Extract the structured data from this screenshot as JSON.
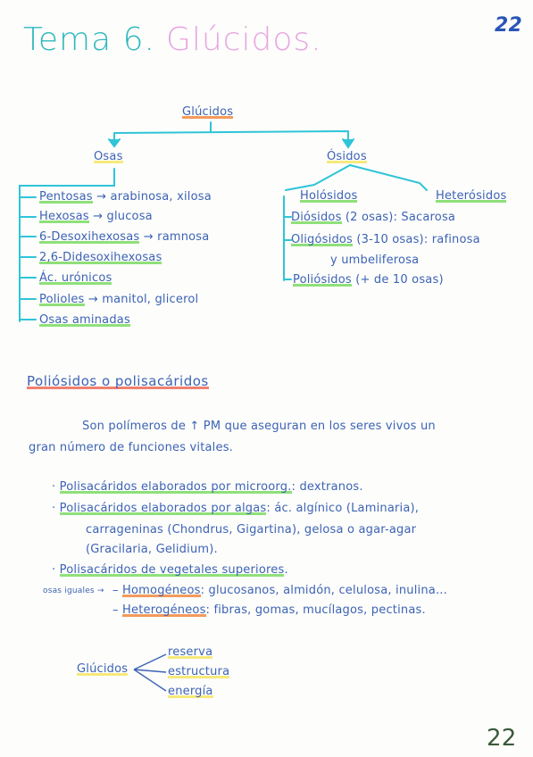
{
  "page": {
    "title_number": "Tema 6.",
    "title_topic": "Glúcidos.",
    "page_number_top": "22",
    "page_number_bottom": "22"
  },
  "tree": {
    "root": "Glúcidos",
    "osas": {
      "label": "Osas",
      "items": [
        {
          "a": "Pentosas",
          "b": "→ arabinosa, xilosa"
        },
        {
          "a": "Hexosas",
          "b": "→ glucosa"
        },
        {
          "a": "6-Desoxihexosas",
          "b": "→ ramnosa"
        },
        {
          "a": "2,6-Didesoxihexosas",
          "b": ""
        },
        {
          "a": "Ác. urónicos",
          "b": ""
        },
        {
          "a": "Polioles",
          "b": "→ manitol, glicerol"
        },
        {
          "a": "Osas aminadas",
          "b": ""
        }
      ]
    },
    "osidos": {
      "label": "Ósidos",
      "holosidos": "Holósidos",
      "heterosidos": "Heterósidos",
      "items": [
        {
          "a": "Diósidos",
          "b": "(2 osas): Sacarosa"
        },
        {
          "a": "Oligósidos",
          "b": "(3-10 osas): rafinosa"
        },
        {
          "a": "",
          "b": "y umbeliferosa"
        },
        {
          "a": "Poliósidos",
          "b": "(+ de 10 osas)"
        }
      ]
    }
  },
  "section": {
    "heading": "Poliósidos o polisacáridos",
    "para_line1": "Son polímeros de ↑ PM que aseguran en los seres vivos un",
    "para_line2": "gran número de funciones vitales.",
    "b1_a": "Polisacáridos elaborados por microorg.",
    "b1_b": ": dextranos.",
    "b2_a": "Polisacáridos elaborados por algas",
    "b2_b": ": ác. algínico (Laminaria),",
    "b2_c": "carrageninas (Chondrus, Gigartina), gelosa o agar-agar",
    "b2_d": "(Gracilaria, Gelidium).",
    "b3_a": "Polisacáridos de vegetales superiores",
    "b3_b": ".",
    "osas_iguales": "osas iguales",
    "homo_a": "Homogéneos",
    "homo_b": ": glucosanos, almidón, celulosa, inulina...",
    "hetero_a": "Heterogéneos",
    "hetero_b": ": fibras, gomas, mucílagos, pectinas."
  },
  "functions": {
    "root": "Glúcidos",
    "items": [
      "reserva",
      "estructura",
      "energía"
    ]
  }
}
